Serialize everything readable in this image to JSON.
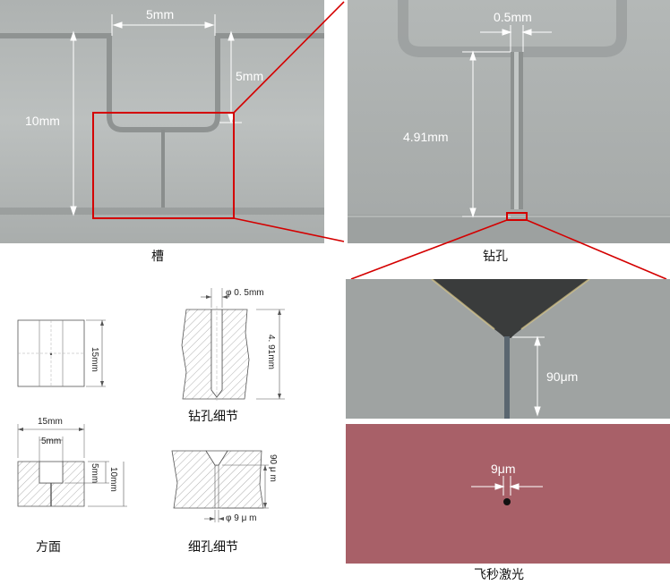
{
  "photo_top_left": {
    "dim_width": "5mm",
    "dim_depth": "5mm",
    "dim_height": "10mm",
    "caption": "槽"
  },
  "photo_top_right": {
    "dim_diameter": "0.5mm",
    "dim_length": "4.91mm",
    "caption": "钻孔"
  },
  "photo_micro": {
    "dim_depth": "90μm"
  },
  "photo_laser": {
    "dim_diameter": "9μm",
    "caption": "飞秒激光"
  },
  "drawing": {
    "plan_height": "15mm",
    "plan_caption": "方面",
    "section_width": "15mm",
    "section_slot_width": "5mm",
    "section_slot_depth": "5mm",
    "section_height": "10mm",
    "drill_diameter": "φ 0. 5mm",
    "drill_length": "4. 91mm",
    "drill_caption": "钻孔细节",
    "fine_depth": "90 μ m",
    "fine_diameter": "φ 9 μ m",
    "fine_caption": "细孔细节"
  },
  "colors": {
    "callout": "#d40000",
    "laser_bg": "#a86068",
    "photo_gray": "#b9bcbb"
  }
}
